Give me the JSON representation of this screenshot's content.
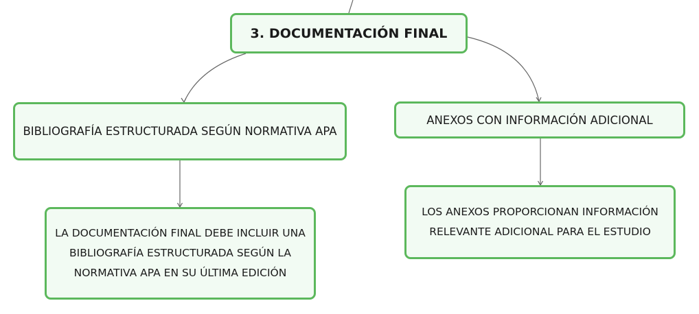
{
  "diagram": {
    "root": {
      "label": "3. DOCUMENTACIÓN FINAL"
    },
    "branches": [
      {
        "label": "BIBLIOGRAFÍA ESTRUCTURADA SEGÚN NORMATIVA APA",
        "detail": "LA DOCUMENTACIÓN FINAL DEBE INCLUIR UNA BIBLIOGRAFÍA ESTRUCTURADA SEGÚN LA NORMATIVA APA EN SU ÚLTIMA EDICIÓN"
      },
      {
        "label": "ANEXOS CON INFORMACIÓN ADICIONAL",
        "detail": "LOS ANEXOS PROPORCIONAN INFORMACIÓN RELEVANTE ADICIONAL PARA EL ESTUDIO"
      }
    ],
    "colors": {
      "node_border": "#5cb85c",
      "node_fill": "#f2fbf3",
      "connector": "#666666",
      "text": "#1a1a1a"
    }
  }
}
